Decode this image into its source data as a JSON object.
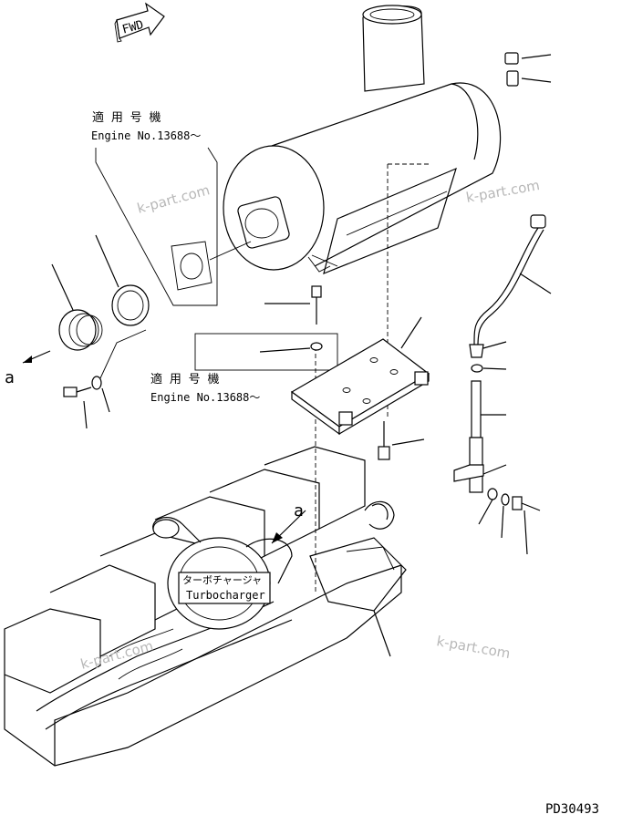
{
  "fwd_label": "FWD",
  "applicability_label_top_jp": "適 用 号 機",
  "applicability_label_top_en": "Engine No.13688～",
  "applicability_label_mid_jp": "適 用 号 機",
  "applicability_label_mid_en": "Engine No.13688～",
  "view_marker_left": "a",
  "view_marker_engine": "a",
  "turbocharger_jp": "ターボチャージャ",
  "turbocharger_en": "Turbocharger",
  "watermarks": [
    "k-part.com",
    "k-part.com",
    "k-part.com",
    "k-part.com"
  ],
  "drawing_number": "PD30493"
}
